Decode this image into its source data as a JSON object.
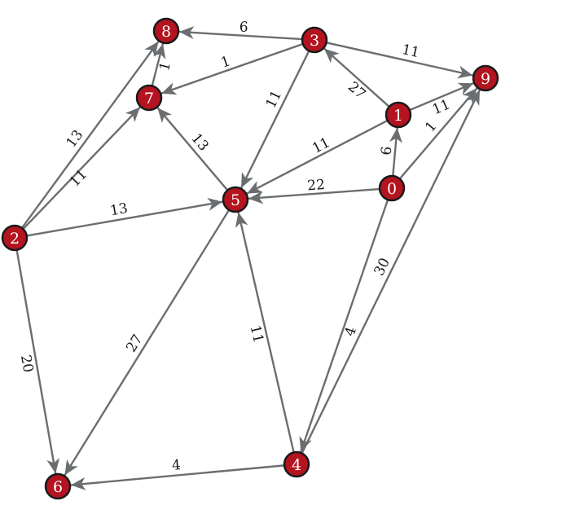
{
  "graph": {
    "colors": {
      "node_fill": "#b3141f",
      "node_stroke": "#1a1a1a",
      "edge": "#6b6e70",
      "label": "#1a1a1a",
      "node_text": "#ffffff"
    },
    "nodes": [
      {
        "id": "0",
        "label": "0"
      },
      {
        "id": "1",
        "label": "1"
      },
      {
        "id": "2",
        "label": "2"
      },
      {
        "id": "3",
        "label": "3"
      },
      {
        "id": "4",
        "label": "4"
      },
      {
        "id": "5",
        "label": "5"
      },
      {
        "id": "6",
        "label": "6"
      },
      {
        "id": "7",
        "label": "7"
      },
      {
        "id": "8",
        "label": "8"
      },
      {
        "id": "9",
        "label": "9"
      }
    ],
    "edges": [
      {
        "from": "3",
        "to": "8",
        "weight": "6"
      },
      {
        "from": "3",
        "to": "9",
        "weight": "11"
      },
      {
        "from": "3",
        "to": "7",
        "weight": "1"
      },
      {
        "from": "3",
        "to": "5",
        "weight": "11"
      },
      {
        "from": "1",
        "to": "3",
        "weight": "27"
      },
      {
        "from": "1",
        "to": "9",
        "weight": "11"
      },
      {
        "from": "0",
        "to": "9",
        "weight": "1"
      },
      {
        "from": "1",
        "to": "5",
        "weight": "11"
      },
      {
        "from": "0",
        "to": "1",
        "weight": "6"
      },
      {
        "from": "0",
        "to": "5",
        "weight": "22"
      },
      {
        "from": "7",
        "to": "8",
        "weight": "1"
      },
      {
        "from": "2",
        "to": "8",
        "weight": "13"
      },
      {
        "from": "2",
        "to": "7",
        "weight": "11"
      },
      {
        "from": "5",
        "to": "7",
        "weight": "13"
      },
      {
        "from": "2",
        "to": "5",
        "weight": "13"
      },
      {
        "from": "2",
        "to": "6",
        "weight": "20"
      },
      {
        "from": "5",
        "to": "6",
        "weight": "27"
      },
      {
        "from": "4",
        "to": "5",
        "weight": "11"
      },
      {
        "from": "0",
        "to": "4",
        "weight": "4"
      },
      {
        "from": "4",
        "to": "9",
        "weight": "30"
      },
      {
        "from": "4",
        "to": "6",
        "weight": "4"
      }
    ]
  }
}
